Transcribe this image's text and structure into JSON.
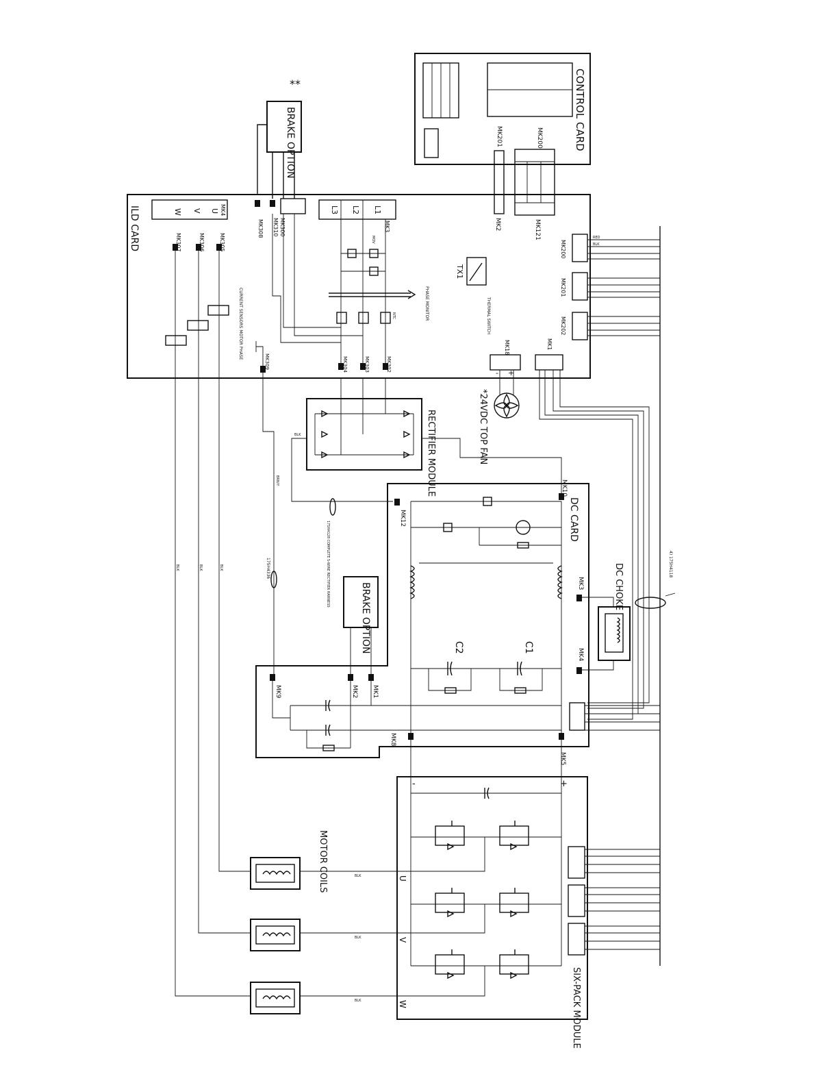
{
  "blocks": {
    "control_card": "CONTROL CARD",
    "brake_option_top": "BRAKE OPTION",
    "brake_option_top_note": "**",
    "ild_card": "ILD CARD",
    "rectifier_module": "RECTIFIER MODULE",
    "top_fan": "*24VDC TOP FAN",
    "dc_card": "DC CARD",
    "dc_choke": "DC CHOKE",
    "brake_option_mid": "BRAKE OPTION",
    "motor_coils": "MOTOR COILS",
    "six_pack": "SIX-PACK MODULE"
  },
  "connectors": {
    "mk200_cc": "MK200",
    "mk201_cc": "MK201",
    "mk121": "MK121",
    "mk2_ild": "MK2",
    "mk3_ild": "MK3",
    "mk300": "MK300",
    "mk310": "MK310",
    "mk308": "MK308",
    "mk4_ild": "MK4",
    "mk305": "MK305",
    "mk306": "MK306",
    "mk307": "MK307",
    "mk200_ild": "MK200",
    "mk201_ild": "MK201",
    "mk202_ild": "MK202",
    "mk18": "MK18",
    "mk1_ild": "MK1",
    "mk302": "MK302",
    "mk303": "MK303",
    "mk304": "MK304",
    "mk309": "MK309",
    "mk10": "MK10",
    "mk12": "MK12",
    "mk3_dc": "MK3",
    "mk4_dc": "MK4",
    "mk1_dc": "MK1",
    "mk2_dc": "MK2",
    "mk9": "MK9",
    "mk5": "MK5",
    "mk8": "MK8"
  },
  "terminals": {
    "l1": "L1",
    "l2": "L2",
    "l3": "L3",
    "u": "U",
    "v": "V",
    "w": "W",
    "u_out": "U",
    "v_out": "V",
    "w_out": "W",
    "plus_ild": "+",
    "minus_ild": "-",
    "plus_sp": "+",
    "minus_sp": "-"
  },
  "components": {
    "tx1": "TX1",
    "thermal_switch": "THERMAL SWITCH",
    "phase_monitor": "PHASE MONITOR",
    "current_sensors": "CURRENT SENSORS MOTOR PHASE",
    "c1": "C1",
    "c2": "C2",
    "mov": "MOV",
    "ntc": "NTC"
  },
  "harness": {
    "rect_harness": "175H4128 COMPLETE 5-WIRE RECTIFIER HARNESS",
    "h_1754336": "175H4336",
    "h_175h4118": "4) 175H4118"
  },
  "wire_codes": {
    "red": "RED",
    "blk": "BLK",
    "brn_y": "BRN/Y"
  },
  "colors": {
    "ink": "#111111",
    "paper": "#ffffff"
  }
}
